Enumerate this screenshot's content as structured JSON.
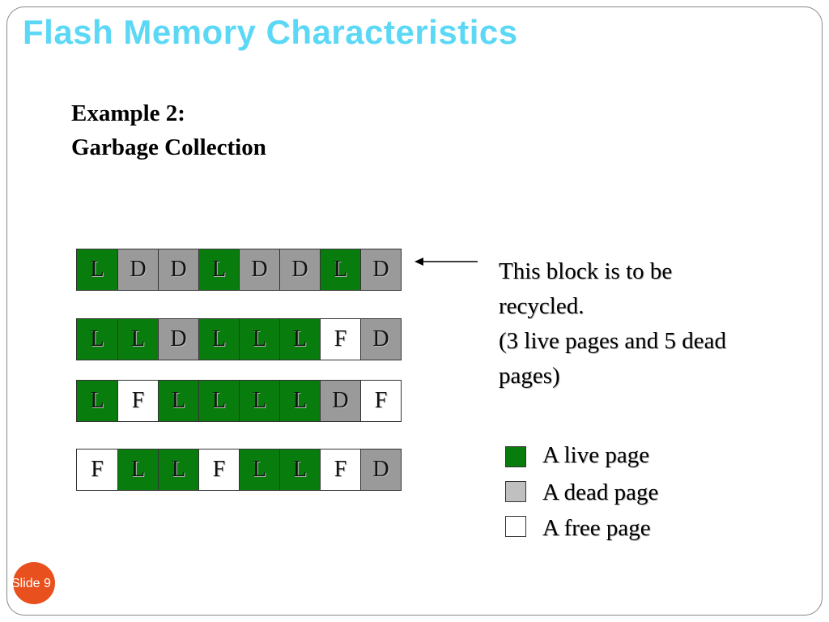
{
  "title": "Flash Memory Characteristics",
  "subtitle": {
    "line1": "Example 2:",
    "line2": "Garbage Collection"
  },
  "blocks": [
    [
      "L",
      "D",
      "D",
      "L",
      "D",
      "D",
      "L",
      "D"
    ],
    [
      "L",
      "L",
      "D",
      "L",
      "L",
      "L",
      "F",
      "D"
    ],
    [
      "L",
      "F",
      "L",
      "L",
      "L",
      "L",
      "D",
      "F"
    ],
    [
      "F",
      "L",
      "L",
      "F",
      "L",
      "L",
      "F",
      "D"
    ]
  ],
  "note": {
    "line1": "This block is to be",
    "line2": "recycled.",
    "line3": "(3 live pages and 5 dead",
    "line4": "pages)"
  },
  "legend": {
    "live": "A live page",
    "dead": "A dead page",
    "free": "A free page"
  },
  "colors": {
    "live": "#087d0d",
    "dead": "#9a9a9a",
    "free": "#ffffff",
    "title": "#5bd8f5",
    "badge": "#e8501e"
  },
  "slide_label": "Slide 9"
}
